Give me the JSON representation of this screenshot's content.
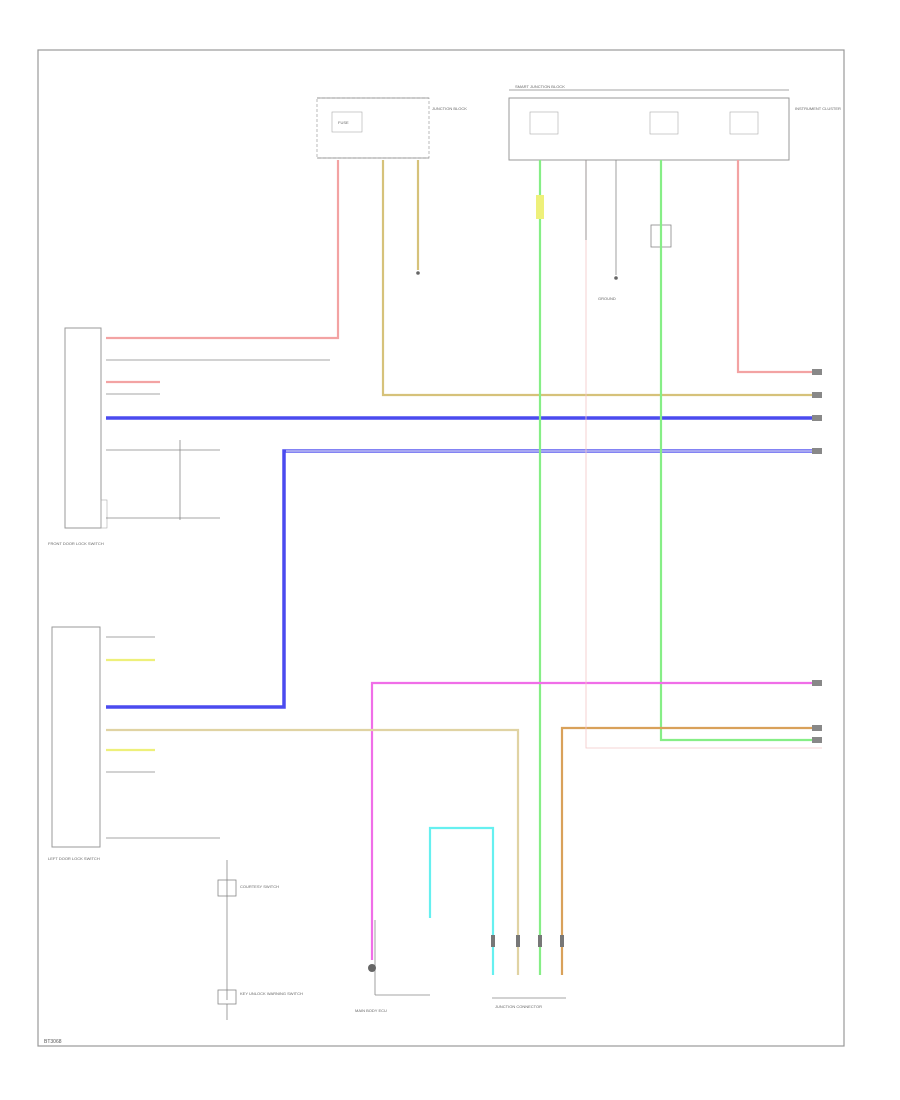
{
  "diagram": {
    "page_code": "BT3068",
    "colors": {
      "red": "#f3a3a3",
      "tan": "#d6c27a",
      "blue": "#4b4bef",
      "light_blue": "#a7a7f2",
      "green": "#86ee86",
      "magenta": "#f06ee8",
      "orange": "#d9a15a",
      "cyan": "#66f0f0",
      "gray": "#9a9a9a"
    },
    "labels": {
      "top_left_junction": "JUNCTION BLOCK",
      "top_center_junction": "SMART JUNCTION BLOCK",
      "top_right_label": "INSTRUMENT CLUSTER",
      "right_door_switch": "FRONT DOOR LOCK SWITCH",
      "left_door_switch": "LEFT DOOR LOCK SWITCH",
      "courtesy_switch": "COURTESY SWITCH",
      "key_unlock": "KEY UNLOCK WARNING SWITCH",
      "bottom_connector": "JUNCTION CONNECTOR",
      "bottom_module": "MAIN BODY ECU",
      "ground": "GROUND"
    }
  }
}
